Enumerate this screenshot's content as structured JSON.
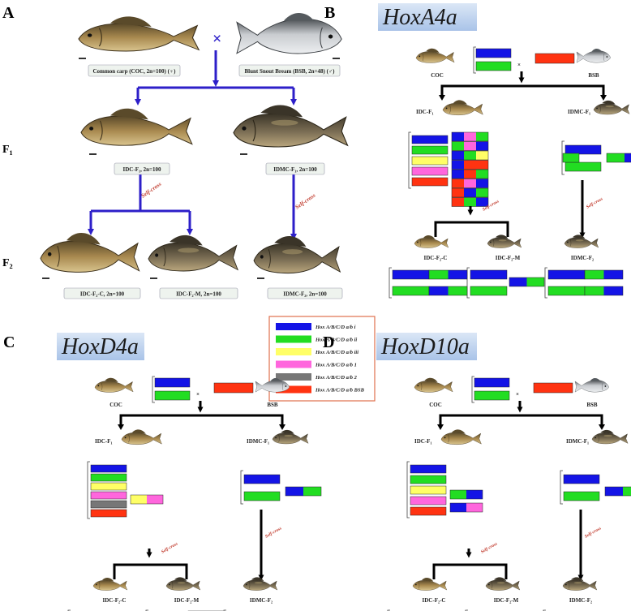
{
  "colors": {
    "i": "#1414e6",
    "ii": "#22dd22",
    "iii": "#ffff66",
    "1": "#ff66dd",
    "2": "#777777",
    "BSB": "#ff3311",
    "arrowA": "#2d1fc9",
    "labelBg": "#eef3ee"
  },
  "panelA": {
    "letter": "A",
    "gen1": "F₁",
    "gen2": "F₂",
    "cross_symbol": "×",
    "parent_coc": "Common carp (COC, 2n=100) (♀)",
    "parent_bsb": "Blunt Snout Bream (BSB, 2n=48) (♂)",
    "f1_idc": "IDC-F₁, 2n=100",
    "f1_idmc": "IDMC-F₁, 2n=100",
    "self_cross": "Self-cross",
    "f2_idc_c": "IDC-F₂-C, 2n=100",
    "f2_idc_m": "IDC-F₂-M, 2n=100",
    "f2_idmc": "IDMC-F₂, 2n=100"
  },
  "panels": {
    "B": {
      "letter": "B",
      "gene": "HoxA4a"
    },
    "C": {
      "letter": "C",
      "gene": "HoxD4a"
    },
    "D": {
      "letter": "D",
      "gene": "HoxD10a"
    }
  },
  "common": {
    "coc": "COC",
    "bsb": "BSB",
    "idc_f1": "IDC-F₁",
    "idmc_f1": "IDMC-F₁",
    "idc_f2_c": "IDC-F₂-C",
    "idc_f2_m": "IDC-F₂-M",
    "idmc_f2": "IDMC-F₂",
    "self_cross": "Self-cross",
    "cross_symbol": "×"
  },
  "legend": [
    {
      "key": "i",
      "label": "Hox A/B/C/D a/b i"
    },
    {
      "key": "ii",
      "label": "Hox A/B/C/D a/b ii"
    },
    {
      "key": "iii",
      "label": "Hox A/B/C/D a/b iii"
    },
    {
      "key": "1",
      "label": "Hox A/B/C/D a/b 1"
    },
    {
      "key": "2",
      "label": "Hox A/B/C/D a/b 2"
    },
    {
      "key": "BSB",
      "label": "Hox A/B/C/D a/b BSB"
    }
  ]
}
